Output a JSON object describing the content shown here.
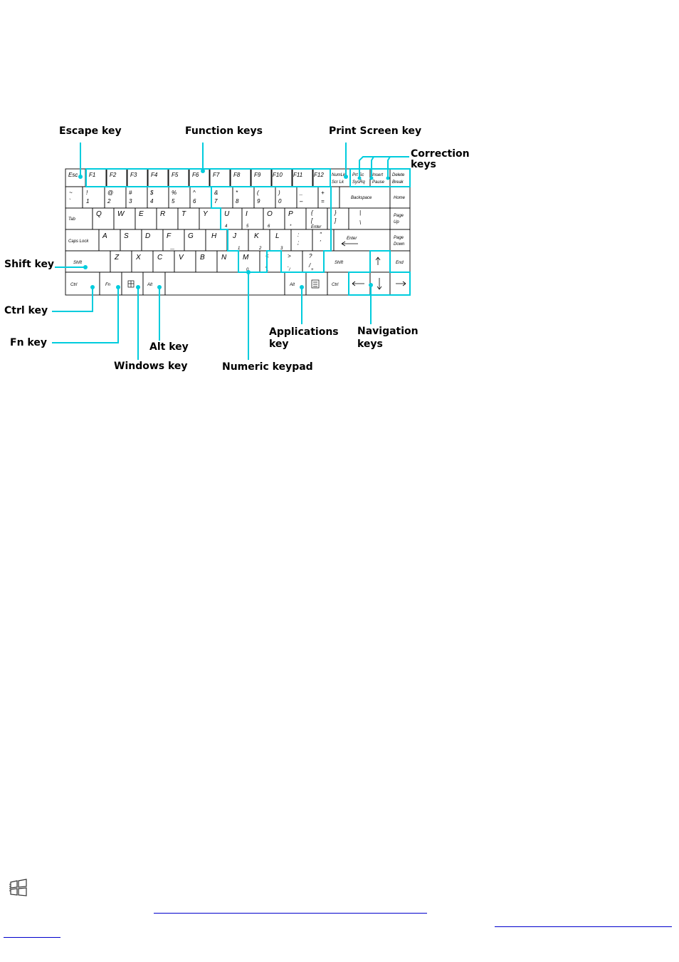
{
  "callouts": {
    "escape": "Escape key",
    "function": "Function keys",
    "print_screen": "Print Screen key",
    "correction_1": "Correction",
    "correction_2": "keys",
    "shift": "Shift key",
    "ctrl": "Ctrl key",
    "fn": "Fn key",
    "alt": "Alt key",
    "windows": "Windows key",
    "numeric": "Numeric keypad",
    "applications_1": "Applications",
    "applications_2": "key",
    "navigation_1": "Navigation",
    "navigation_2": "keys"
  },
  "keys": {
    "row0": [
      "Esc",
      "F1",
      "F2",
      "F3",
      "F4",
      "F5",
      "F6",
      "F7",
      "F8",
      "F9",
      "F10",
      "F11",
      "F12",
      "NumLk",
      "Prt Sc",
      "Insert",
      "Delete"
    ],
    "row0_sub": {
      "numlk": "Scr Lk",
      "prtsc": "SysRq",
      "insert": "Pause",
      "delete": "Break"
    },
    "row1_top": [
      "~",
      "!",
      "@",
      "#",
      "$",
      "%",
      "^",
      "&",
      "*",
      "(",
      ")",
      "_",
      "+"
    ],
    "row1_bot": [
      "`",
      "1",
      "2",
      "3",
      "4",
      "5",
      "6",
      "7",
      "8",
      "9",
      "0",
      "–",
      "="
    ],
    "row1_extra": [
      "Backspace",
      "Home"
    ],
    "row2": [
      "Tab",
      "Q",
      "W",
      "E",
      "R",
      "T",
      "Y",
      "U",
      "I",
      "O",
      "P",
      "{",
      "}",
      "|",
      "Page",
      "Up"
    ],
    "row2_bottom": [
      "4",
      "5",
      "6",
      "*",
      "[",
      "]",
      "\\",
      "Enter"
    ],
    "row3": [
      "Caps Lock",
      "A",
      "S",
      "D",
      "F",
      "G",
      "H",
      "J",
      "K",
      "L",
      ":",
      ";",
      "\"",
      "'",
      "Enter",
      "Page",
      "Down"
    ],
    "row3_bottom": [
      "1",
      "2",
      "3",
      "_"
    ],
    "row4": [
      "Shift",
      "Z",
      "X",
      "C",
      "V",
      "B",
      "N",
      "M",
      "<",
      ",",
      ">",
      ".",
      "?",
      "/",
      "Shift",
      "End"
    ],
    "row4_bottom": [
      "0",
      ".",
      "/",
      "+"
    ],
    "row5": [
      "Ctrl",
      "Fn",
      "Alt",
      "Alt",
      "Ctrl"
    ]
  },
  "bottom": {
    "link1": "",
    "link2": "",
    "link3": ""
  }
}
